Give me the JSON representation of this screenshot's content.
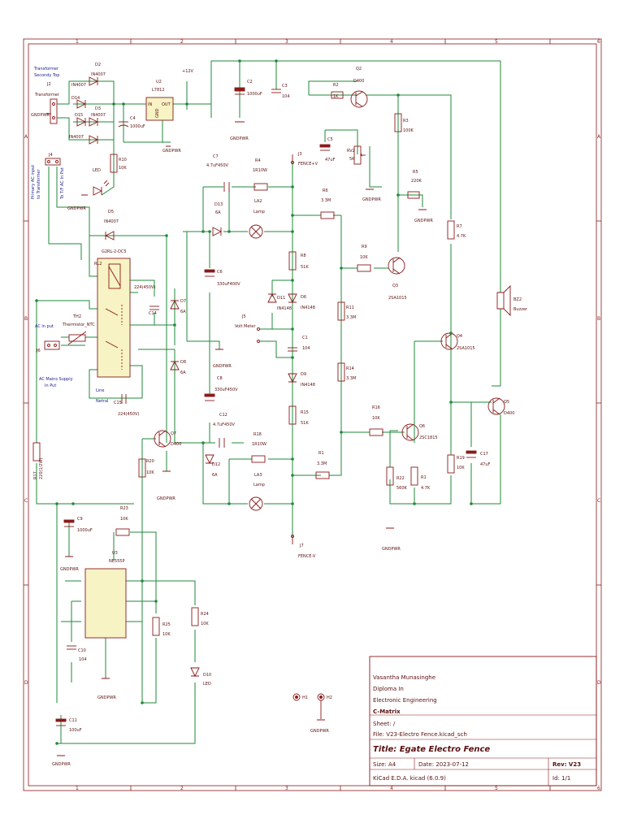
{
  "grid": {
    "columns": [
      "1",
      "2",
      "3",
      "4",
      "5",
      "6"
    ],
    "rows": [
      "A",
      "B",
      "C",
      "D"
    ]
  },
  "notes": {
    "transformer_top": "Transformer",
    "transformer_top2": "Secondy Top",
    "primary_ac": "Primary AC input",
    "to_transformer": "to Transformer",
    "tf_ac_in": "To T/F AC In Put",
    "ac_mains": "AC Mains Supply",
    "in_put": "In Put",
    "line": "Line",
    "netral": "Netral",
    "ac_in_put": "AC in put"
  },
  "components": {
    "J2": "J2",
    "J2_v": "Transformer",
    "D2": "D2",
    "D2_v": "IN4007",
    "D14": "D14",
    "D3": "D3",
    "D3_v": "IN4007",
    "D15": "D15",
    "D15_v": "IN4007",
    "U2": "U2",
    "U2_v": "L7812",
    "U2_in": "IN",
    "U2_out": "OUT",
    "U2_gnd": "GND",
    "V12": "+12V",
    "C4": "C4",
    "C4_v": "1000uF",
    "C2": "C2",
    "C2_v": "1000uF",
    "C3": "C3",
    "C3_v": "104",
    "R10": "R10",
    "R10_v": "10K",
    "LED1": "LED",
    "J4": "J4",
    "Q2": "Q2",
    "Q2_v": "D400",
    "R2": "R2",
    "R2_v": "1K",
    "C5": "C5",
    "C5_v": "47uF",
    "RV2": "RV2",
    "RV2_v": "5K",
    "R3": "R3",
    "R3_v": "100K",
    "R5": "R5",
    "R5_v": "220K",
    "R7": "R7",
    "R7_v": "4.7K",
    "C7": "C7",
    "C7_v": "4.7uF450V",
    "R4": "R4",
    "R4_v": "1R10W",
    "J3": "J3",
    "J3_v": "FENCE+V",
    "D13": "D13",
    "D13_v": "6A",
    "LA2": "LA2",
    "LA2_v": "Lamp",
    "R6": "R6",
    "R6_v": "3.3M",
    "D5": "D5",
    "D5_v": "IN4007",
    "RL2": "RL2",
    "RL2_v": "G2RL-2-DC5",
    "C14": "C14",
    "C14_v": "224(450V)",
    "C6": "C6",
    "C6_v": "330uF400V",
    "R8": "R8",
    "R8_v": "51K",
    "R9": "R9",
    "R9_v": "10K",
    "Q3": "Q3",
    "Q3_v": "2SA1015",
    "D7": "D7",
    "D7_v": "6A",
    "D11": "D11",
    "D11_v": "IN4148",
    "D6": "D6",
    "D6_v": "IN4148",
    "R11": "R11",
    "R11_v": "3.3M",
    "TH2": "TH2",
    "TH2_v": "Thermistor_NTC",
    "J5": "J5",
    "J5_v": "Volt Meter",
    "C1": "C1",
    "C1_v": "104",
    "Q4": "Q4",
    "Q4_v": "2SA1015",
    "BZ2": "BZ2",
    "BZ2_v": "Buzzer",
    "J6": "J6",
    "D8": "D8",
    "D8_v": "6A",
    "C8": "C8",
    "C8_v": "330uF450V",
    "D9": "D9",
    "D9_v": "IN4148",
    "R14": "R14",
    "R14_v": "3.3M",
    "C15": "C15",
    "C15_v": "224(450V)",
    "C12": "C12",
    "C12_v": "4.7uF450V",
    "R15": "R15",
    "R15_v": "51K",
    "R16": "R16",
    "R16_v": "10K",
    "Q5": "Q5",
    "Q5_v": "D400",
    "Q6": "Q6",
    "Q6_v": "2SC1815",
    "Q7": "Q7",
    "Q7_v": "D400",
    "R17": "R17",
    "R17_v": "220(1/2W)",
    "R18": "R18",
    "R18_v": "1R10W",
    "D12": "D12",
    "D12_v": "6A",
    "LA3": "LA3",
    "LA3_v": "Lamp",
    "R1p": "R1",
    "R1p_v": "3.3M",
    "R20": "R20",
    "R20_v": "10K",
    "R22": "R22",
    "R22_v": "560K",
    "R1": "R1",
    "R1_v": "4.7K",
    "R19": "R19",
    "R19_v": "10K",
    "C17": "C17",
    "C17_v": "47uF",
    "J7": "J7",
    "J7_v": "FENCE-V",
    "C9": "C9",
    "C9_v": "1000uF",
    "R23": "R23",
    "R23_v": "10K",
    "U3": "U3",
    "U3_v": "NE555P",
    "R25": "R25",
    "R25_v": "10K",
    "R24": "R24",
    "R24_v": "10K",
    "D10": "D10",
    "D10_v": "LED",
    "C10": "C10",
    "C10_v": "104",
    "C11": "C11",
    "C11_v": "100uF",
    "H1": "H1",
    "H2": "H2",
    "GND": "GNDPWR"
  },
  "title_block": {
    "author": "Vasantha Munasinghe",
    "qual1": "Diploma In",
    "qual2": "Electronic Engineering",
    "company": "C-Matrix",
    "sheet": "Sheet: /",
    "file": "File: V23-Electro Fence.kicad_sch",
    "title": "Title: Egate Electro Fence",
    "size": "Size: A4",
    "date": "Date: 2023-07-12",
    "rev": "Rev: V23",
    "tool": "KiCad E.D.A.  kicad (6.0.9)",
    "id": "Id: 1/1"
  },
  "colors": {
    "frame": "#8b1a1a",
    "wire": "#1f8a3a",
    "part": "#8b1a1a",
    "part_fill": "#f7f3c4",
    "note": "#1a1a8a"
  }
}
